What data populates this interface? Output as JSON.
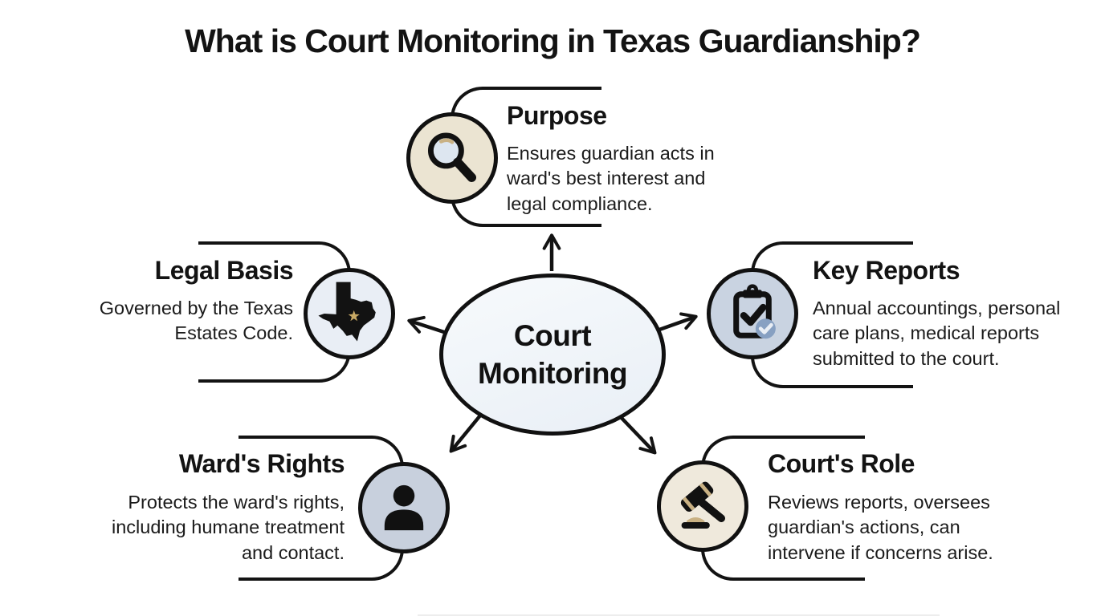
{
  "title": "What is Court Monitoring in Texas Guardianship?",
  "center": {
    "label": "Court Monitoring"
  },
  "branches": [
    {
      "id": "purpose",
      "title": "Purpose",
      "description": "Ensures guardian acts in ward's best interest and legal compliance.",
      "icon": "magnifier-icon",
      "position": "top-center"
    },
    {
      "id": "legal-basis",
      "title": "Legal Basis",
      "description": "Governed by the Texas Estates Code.",
      "icon": "texas-state-icon",
      "position": "middle-left"
    },
    {
      "id": "key-reports",
      "title": "Key Reports",
      "description": "Annual accountings, personal care plans, medical reports submitted to the court.",
      "icon": "clipboard-check-icon",
      "position": "middle-right"
    },
    {
      "id": "wards-rights",
      "title": "Ward's Rights",
      "description": "Protects the ward's rights, including humane treatment and contact.",
      "icon": "person-icon",
      "position": "bottom-left"
    },
    {
      "id": "courts-role",
      "title": "Court's Role",
      "description": "Reviews reports, oversees guardian's actions, can intervene if concerns arise.",
      "icon": "gavel-icon",
      "position": "bottom-right"
    }
  ],
  "colors": {
    "background": "#ffffff",
    "line": "#131313",
    "text": "#141414",
    "center_fill": "#edf2f8",
    "cream_circle": "#ebe4d2",
    "light_blue_circle": "#e9eef5",
    "blue_gray_circle": "#c9d3e1",
    "tan_accent": "#c8a965",
    "badge_blue": "#87a0c2"
  }
}
